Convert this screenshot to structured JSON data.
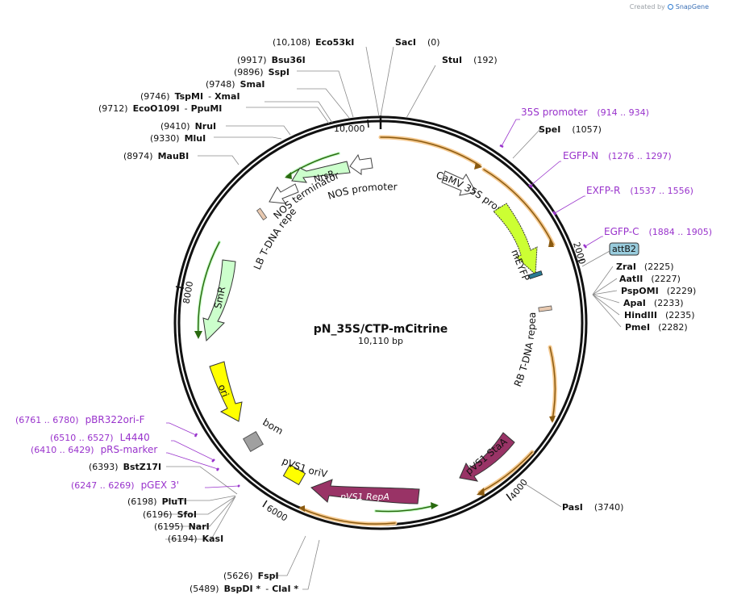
{
  "credit": {
    "prefix": "Created by",
    "brand": "SnapGene",
    "icon": "snapgene-logo-icon"
  },
  "plasmid": {
    "name": "pN_35S/CTP-mCitrine",
    "size_label": "10,110 bp",
    "length": 10110
  },
  "ticks": [
    {
      "label": "10,000",
      "bp": 10000
    },
    {
      "label": "2000",
      "bp": 2000
    },
    {
      "label": "4000",
      "bp": 4000
    },
    {
      "label": "6000",
      "bp": 6000
    },
    {
      "label": "8000",
      "bp": 8000
    }
  ],
  "sites": [
    {
      "name": "Eco53kI",
      "pos": "(10,108)",
      "side": "left"
    },
    {
      "name": "SacI",
      "pos": "(0)",
      "side": "right"
    },
    {
      "name": "StuI",
      "pos": "(192)",
      "side": "right"
    },
    {
      "name": "Bsu36I",
      "pos": "(9917)",
      "side": "left"
    },
    {
      "name": "SspI",
      "pos": "(9896)",
      "side": "left"
    },
    {
      "name": "SmaI",
      "pos": "(9748)",
      "side": "left"
    },
    {
      "name": "TspMI",
      "pos": "(9746)",
      "side": "left",
      "extra": "XmaI"
    },
    {
      "name": "EcoO109I",
      "pos": "(9712)",
      "side": "left",
      "extra": "PpuMI"
    },
    {
      "name": "NruI",
      "pos": "(9410)",
      "side": "left"
    },
    {
      "name": "MluI",
      "pos": "(9330)",
      "side": "left"
    },
    {
      "name": "MauBI",
      "pos": "(8974)",
      "side": "left"
    },
    {
      "name": "SpeI",
      "pos": "(1057)",
      "side": "right"
    },
    {
      "name": "ZraI",
      "pos": "(2225)",
      "side": "right"
    },
    {
      "name": "AatII",
      "pos": "(2227)",
      "side": "right"
    },
    {
      "name": "PspOMI",
      "pos": "(2229)",
      "side": "right"
    },
    {
      "name": "ApaI",
      "pos": "(2233)",
      "side": "right"
    },
    {
      "name": "HindIII",
      "pos": "(2235)",
      "side": "right"
    },
    {
      "name": "PmeI",
      "pos": "(2282)",
      "side": "right"
    },
    {
      "name": "PasI",
      "pos": "(3740)",
      "side": "right"
    },
    {
      "name": "BstZ17I",
      "pos": "(6393)",
      "side": "left"
    },
    {
      "name": "PluTI",
      "pos": "(6198)",
      "side": "left"
    },
    {
      "name": "SfoI",
      "pos": "(6196)",
      "side": "left"
    },
    {
      "name": "NarI",
      "pos": "(6195)",
      "side": "left"
    },
    {
      "name": "KasI",
      "pos": "(6194)",
      "side": "left"
    },
    {
      "name": "FspI",
      "pos": "(5626)",
      "side": "left"
    },
    {
      "name": "BspDI *",
      "pos": "(5489)",
      "side": "left",
      "extra": "ClaI *"
    }
  ],
  "primers": [
    {
      "name": "35S promoter",
      "pos": "(914 .. 934)",
      "side": "right"
    },
    {
      "name": "EGFP-N",
      "pos": "(1276 .. 1297)",
      "side": "right"
    },
    {
      "name": "EXFP-R",
      "pos": "(1537 .. 1556)",
      "side": "right"
    },
    {
      "name": "EGFP-C",
      "pos": "(1884 .. 1905)",
      "side": "right"
    },
    {
      "name": "pBR322ori-F",
      "pos": "(6761 .. 6780)",
      "side": "left"
    },
    {
      "name": "L4440",
      "pos": "(6510 .. 6527)",
      "side": "left"
    },
    {
      "name": "pRS-marker",
      "pos": "(6410 .. 6429)",
      "side": "left"
    },
    {
      "name": "pGEX 3'",
      "pos": "(6247 .. 6269)",
      "side": "left"
    }
  ],
  "features": [
    {
      "label": "NrsR",
      "kind": "cds",
      "color": "#ccffcc"
    },
    {
      "label": "NOS terminator",
      "kind": "terminator",
      "color": "#ffffff"
    },
    {
      "label": "NOS promoter",
      "kind": "promoter",
      "color": "#ffffff"
    },
    {
      "label": "CaMV 35S promoter",
      "kind": "promoter",
      "color": "#ffffff"
    },
    {
      "label": "mEYFP",
      "kind": "cds",
      "color": "#ccff33"
    },
    {
      "label": "attB2",
      "kind": "site",
      "color": "#99ccdd"
    },
    {
      "label": "LB T-DNA repeat",
      "kind": "repeat",
      "color": "#e8c9b0"
    },
    {
      "label": "RB T-DNA repeat",
      "kind": "repeat",
      "color": "#e8c9b0"
    },
    {
      "label": "SmR",
      "kind": "cds",
      "color": "#ccffcc"
    },
    {
      "label": "ori",
      "kind": "origin",
      "color": "#ffff00"
    },
    {
      "label": "bom",
      "kind": "misc",
      "color": "#a0a0a0"
    },
    {
      "label": "pVS1 oriV",
      "kind": "origin",
      "color": "#ffff00"
    },
    {
      "label": "pVS1 RepA",
      "kind": "cds",
      "color": "#993366"
    },
    {
      "label": "pVS1 StaA",
      "kind": "cds",
      "color": "#993366"
    }
  ]
}
